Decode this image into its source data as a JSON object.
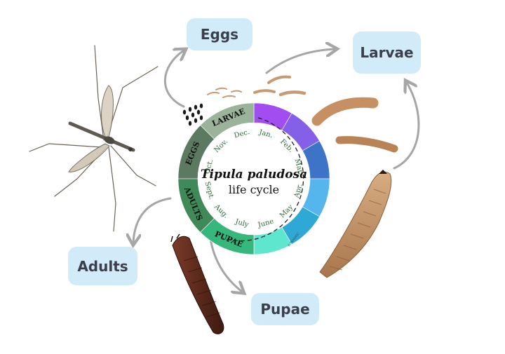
{
  "labels": {
    "eggs": "Eggs",
    "larvae": "Larvae",
    "adults": "Adults",
    "pupae": "Pupae"
  },
  "wheel": {
    "title": "Tipula paludosa",
    "subtitle": "life cycle",
    "copyright": "© TEAGASC",
    "stages": [
      {
        "name": "LARVAE",
        "color": "#9ab39a"
      },
      {
        "name": "EGGS",
        "color": "#5c7a62"
      },
      {
        "name": "ADULTS",
        "color": "#3f8a58"
      },
      {
        "name": "PUPAE",
        "color": "#36b87d"
      }
    ],
    "months": [
      {
        "name": "Jan.",
        "color": "#a14df0"
      },
      {
        "name": "Feb.",
        "color": "#8460e8"
      },
      {
        "name": "Mar.",
        "color": "#3d74c8"
      },
      {
        "name": "Apr.",
        "color": "#55b6ee"
      },
      {
        "name": "May",
        "color": "#2fa8d6"
      },
      {
        "name": "June",
        "color": "#5ee6cf"
      },
      {
        "name": "July",
        "color": "#c8f090"
      },
      {
        "name": "Aug.",
        "color": "#a4e680"
      },
      {
        "name": "Sept.",
        "color": "#3fc489"
      },
      {
        "name": "Oct.",
        "color": "#4d8a5b"
      },
      {
        "name": "Nov.",
        "color": "#5a6b5e"
      },
      {
        "name": "Dec.",
        "color": "#a8bba8"
      }
    ]
  },
  "colors": {
    "label_bg": "#d2ebf9",
    "label_text": "#3b3f4a",
    "arrow": "#a6a6a6",
    "month_text": "#2e6b3f",
    "larva": "#c9976a",
    "pupa": "#5c2a1c",
    "fly_body": "#5e5a52"
  }
}
